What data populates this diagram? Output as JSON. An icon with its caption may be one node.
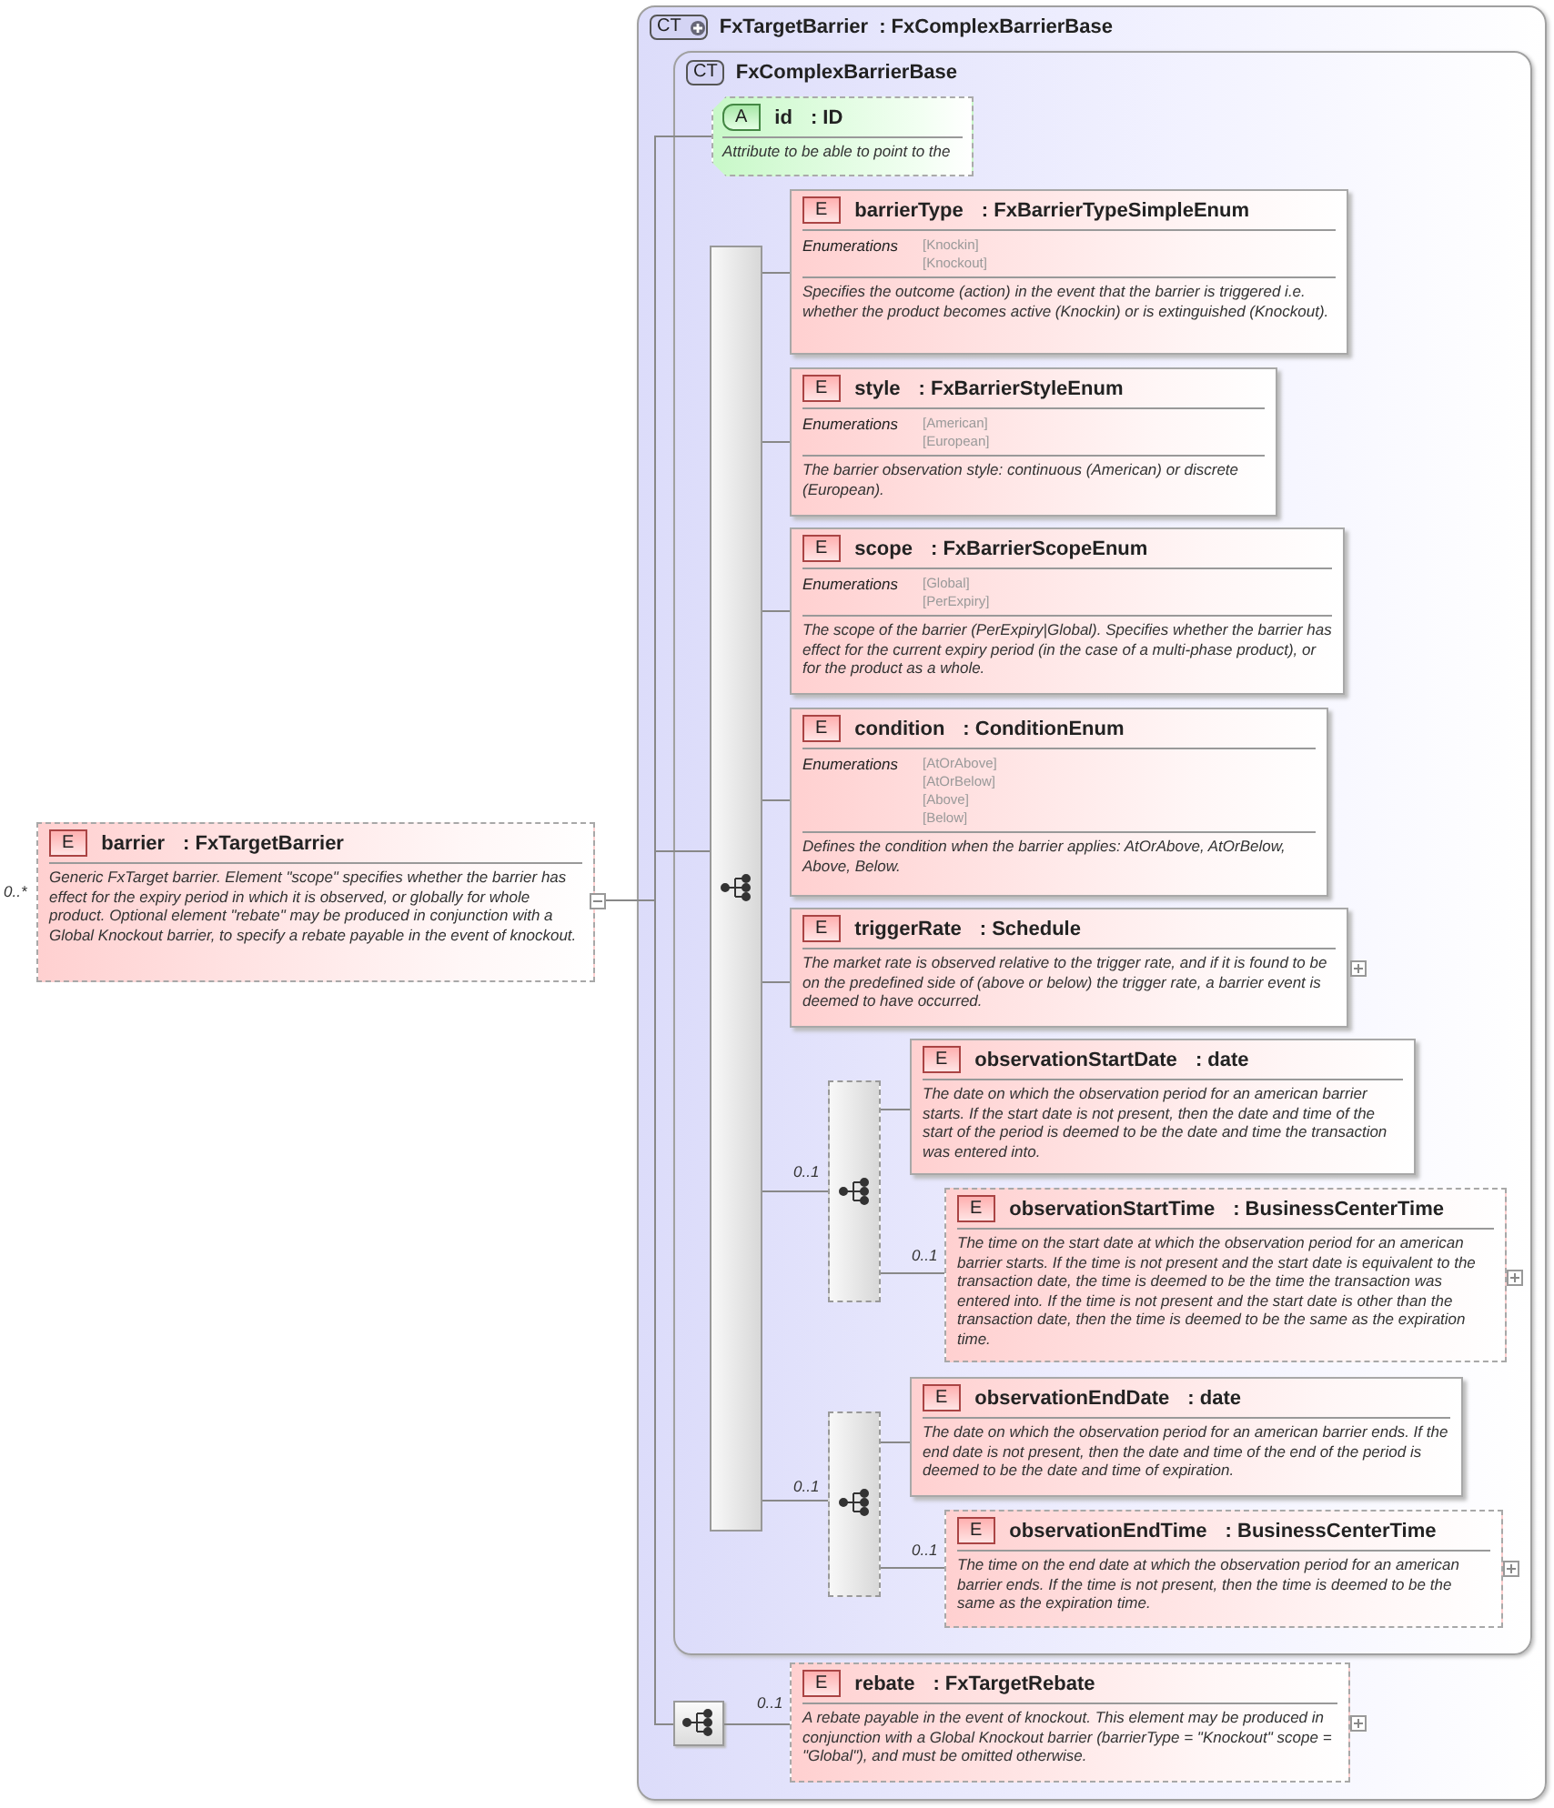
{
  "diagram": {
    "nodes": [
      {
        "text": [
          "E",
          "barrier",
          ": FxTargetBarrier",
          "Generic FxTarget barrier. Element \"scope\" specifies whether the barrier has effect for the expiry period in which it is observed, or globally for whole product. Optional element \"rebate\" may be produced in conjunction with a Global Knockout barrier, to specify a rebate payable in the event of knockout."
        ],
        "beside": [
          "0..*"
        ]
      },
      {
        "text": [
          "CT",
          "FxTargetBarrier",
          ": FxComplexBarrierBase"
        ]
      },
      {
        "text": [
          "CT",
          "FxComplexBarrierBase"
        ],
        "in": 1
      },
      {
        "text": [
          "A",
          "id",
          ": ID",
          "Attribute to be able to point to the"
        ],
        "in": 2
      },
      {
        "text": [],
        "shape": "bar",
        "in": 2
      },
      {
        "text": [
          "E",
          "barrierType",
          ": FxBarrierTypeSimpleEnum",
          "Enumerations",
          "[Knockin]",
          "[Knockout]",
          "Specifies the outcome (action) in the event that the barrier is triggered i.e. whether the product becomes active (Knockin) or is extinguished (Knockout)."
        ],
        "in": 2
      },
      {
        "text": [
          "E",
          "style",
          ": FxBarrierStyleEnum",
          "Enumerations",
          "[American]",
          "[European]",
          "The barrier observation style: continuous (American) or discrete (European)."
        ],
        "in": 2
      },
      {
        "text": [
          "E",
          "scope",
          ": FxBarrierScopeEnum",
          "Enumerations",
          "[Global]",
          "[PerExpiry]",
          "The scope of the barrier (PerExpiry|Global). Specifies whether the barrier has effect for the current expiry period (in the case of a multi-phase product), or for the product as a whole."
        ],
        "in": 2
      },
      {
        "text": [
          "E",
          "condition",
          ": ConditionEnum",
          "Enumerations",
          "[AtOrAbove]",
          "[AtOrBelow]",
          "[Above]",
          "[Below]",
          "Defines the condition when the barrier applies: AtOrAbove, AtOrBelow, Above, Below."
        ],
        "in": 2
      },
      {
        "text": [
          "E",
          "triggerRate",
          ": Schedule",
          "The market rate is observed relative to the trigger rate, and if it is found to be on the predefined side of (above or below) the trigger rate, a barrier event is deemed to have occurred."
        ],
        "in": 2
      },
      {
        "text": [],
        "shape": "bar",
        "in": 2,
        "beside": [
          "0..1"
        ]
      },
      {
        "text": [
          "E",
          "observationStartDate",
          ": date",
          "The date on which the observation period for an american barrier starts. If the start date is not present, then the date and time of the start of the period is deemed to be the date and time the transaction was entered into."
        ],
        "in": 2
      },
      {
        "text": [
          "E",
          "observationStartTime",
          ": BusinessCenterTime",
          "The time on the start date at which the observation period for an american barrier starts. If the time is not present and the start date is equivalent to the transaction date, the time is deemed to be the time the transaction was entered into. If the time is not present and the start date is other than the transaction date, then the time is deemed to be the same as the expiration time."
        ],
        "in": 2,
        "beside": [
          "0..1"
        ]
      },
      {
        "text": [],
        "shape": "bar",
        "in": 2,
        "beside": [
          "0..1"
        ]
      },
      {
        "text": [
          "E",
          "observationEndDate",
          ": date",
          "The date on which the observation period for an american barrier ends. If the end date is not present, then the date and time of the end of the period is deemed to be the date and time of expiration."
        ],
        "in": 2
      },
      {
        "text": [
          "E",
          "observationEndTime",
          ": BusinessCenterTime",
          "The time on the end date at which the observation period for an american barrier ends. If the time is not present, then the time is deemed to be the same as the expiration time."
        ],
        "in": 2,
        "beside": [
          "0..1"
        ]
      },
      {
        "text": [],
        "shape": "box",
        "in": 1
      },
      {
        "text": [
          "E",
          "rebate",
          ": FxTargetRebate",
          "A rebate payable in the event of knockout. This element may be produced in conjunction with a Global Knockout barrier (barrierType = \"Knockout\" scope = \"Global\"), and must be omitted otherwise."
        ],
        "in": 1,
        "beside": [
          "0..1"
        ]
      }
    ],
    "edges": [
      {
        "from": 0,
        "to": 3,
        "arrow": "none"
      },
      {
        "from": 0,
        "to": 4,
        "arrow": "none"
      },
      {
        "from": 0,
        "to": 16,
        "arrow": "none"
      },
      {
        "from": 4,
        "to": 5,
        "arrow": "none"
      },
      {
        "from": 4,
        "to": 6,
        "arrow": "none"
      },
      {
        "from": 4,
        "to": 7,
        "arrow": "none"
      },
      {
        "from": 4,
        "to": 8,
        "arrow": "none"
      },
      {
        "from": 4,
        "to": 9,
        "arrow": "none"
      },
      {
        "from": 4,
        "to": 10,
        "arrow": "none"
      },
      {
        "from": 10,
        "to": 11,
        "arrow": "none"
      },
      {
        "from": 10,
        "to": 12,
        "arrow": "none"
      },
      {
        "from": 4,
        "to": 13,
        "arrow": "none"
      },
      {
        "from": 13,
        "to": 14,
        "arrow": "none"
      },
      {
        "from": 13,
        "to": 15,
        "arrow": "none"
      },
      {
        "from": 16,
        "to": 17,
        "arrow": "none"
      }
    ]
  }
}
